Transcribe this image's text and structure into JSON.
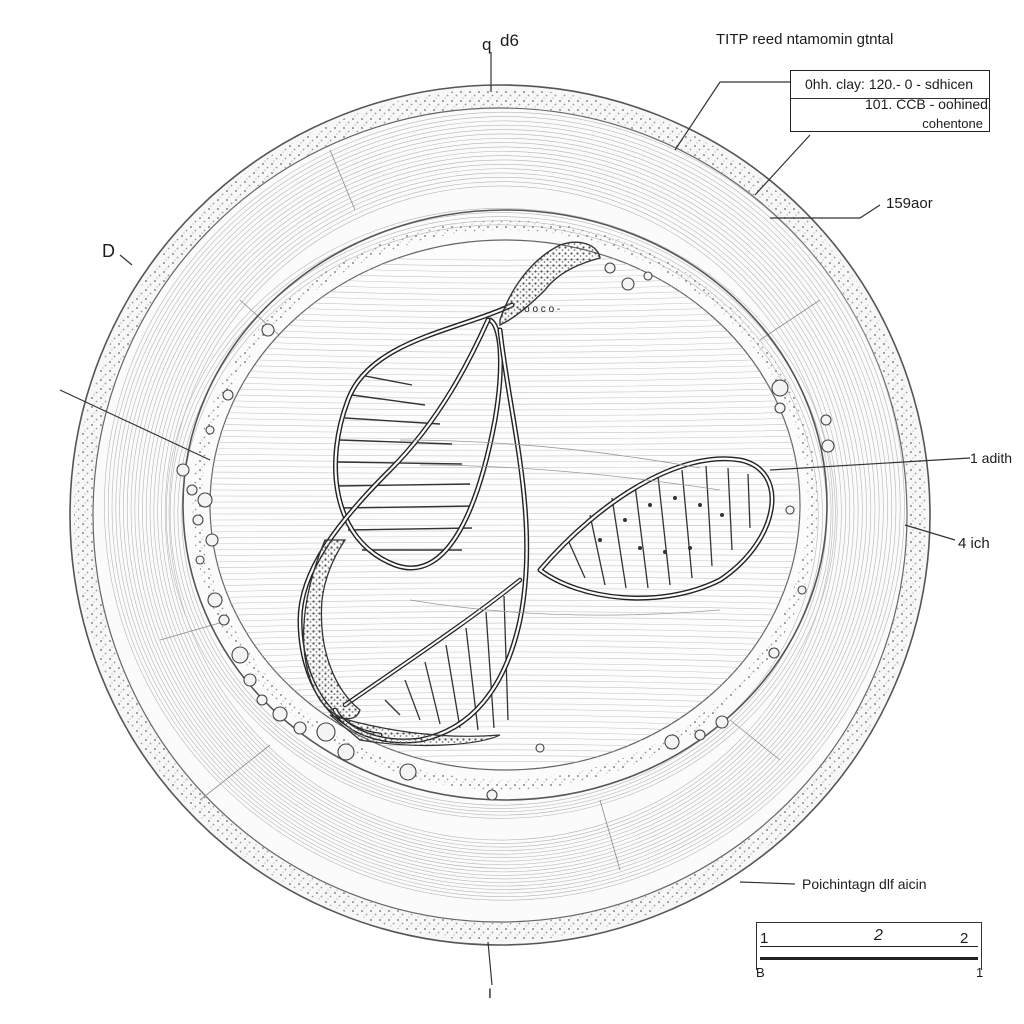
{
  "diagram": {
    "labels": {
      "top_letter": "q",
      "top_code": "d6",
      "left_letter": "D",
      "header_text": "TITP reed ntamomin gtntal",
      "right_upper": "159aor",
      "right_middle": "1 adith",
      "right_lower": "4 ich",
      "inner_small": "- o o c o -",
      "bottom_right": "Poichintagn dlf aicin",
      "bottom_tick": "I"
    },
    "legend": {
      "line1": "0hh. clay: 120.- 0 - sdhicen",
      "line2": "101. CCB - oohined",
      "line3": "cohentone"
    },
    "scale_bar": {
      "left_label": "1",
      "middle_label": "2",
      "right_label": "2",
      "bottom_left_label": "B",
      "bottom_right_label": "1"
    }
  }
}
